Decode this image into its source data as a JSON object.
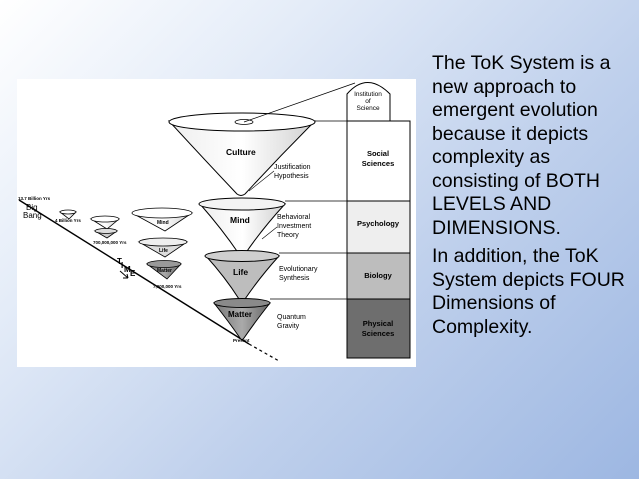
{
  "slide": {
    "paragraph_1": "The ToK System is a new approach to emergent evolution because it depicts complexity as consisting of BOTH LEVELS AND DIMENSIONS.",
    "paragraph_2": "In addition, the ToK System depicts FOUR Dimensions of Complexity."
  },
  "diagram": {
    "cone_labels": {
      "culture": "Culture",
      "mind": "Mind",
      "life": "Life",
      "matter": "Matter"
    },
    "small_cone_labels": {
      "mind": "Mind",
      "life": "Life",
      "matter": "Matter"
    },
    "joint_points": {
      "justification": "Justification Hypothesis",
      "behavioral": "Behavioral Investment Theory",
      "evolutionary": "Evolutionary Synthesis",
      "quantum": "Quantum Gravity"
    },
    "time_labels": {
      "big_bang": "Big Bang",
      "yrs_13_7": "13.7 Billion Yrs",
      "yrs_4": "4 Billion Yrs",
      "yrs_700": "700,000,000 Yrs",
      "yrs_7": "7,000,000 Yrs",
      "time_axis": "TIME",
      "present": "Present"
    },
    "column": {
      "institution": "Institution of Science",
      "social": "Social Sciences",
      "psychology": "Psychology",
      "biology": "Biology",
      "physical": "Physical Sciences"
    }
  }
}
